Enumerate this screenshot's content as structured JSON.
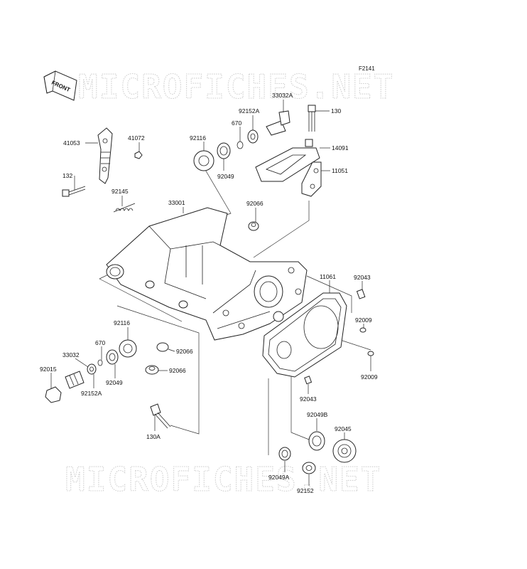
{
  "diagram_code": "F2141",
  "front_arrow_label": "FRONT",
  "watermark": "MICROFICHES.NET",
  "parts": {
    "p33032A": "33032A",
    "p130": "130",
    "p92152A_top": "92152A",
    "p670_top": "670",
    "p92116_top": "92116",
    "p92049_top": "92049",
    "p14091": "14091",
    "p11051": "11051",
    "p41053": "41053",
    "p41072": "41072",
    "p132": "132",
    "p92145": "92145",
    "p33001": "33001",
    "p92066_top": "92066",
    "p11061": "11061",
    "p92043_top": "92043",
    "p92009_a": "92009",
    "p92009_b": "92009",
    "p92116_bottom": "92116",
    "p670_bottom": "670",
    "p33032": "33032",
    "p92015": "92015",
    "p92049_bottom": "92049",
    "p92152A_bottom": "92152A",
    "p92066_mid": "92066",
    "p92066_low": "92066",
    "p92043_bottom": "92043",
    "p92049B": "92049B",
    "p92045": "92045",
    "p130A": "130A",
    "p92049A": "92049A",
    "p92152": "92152"
  }
}
